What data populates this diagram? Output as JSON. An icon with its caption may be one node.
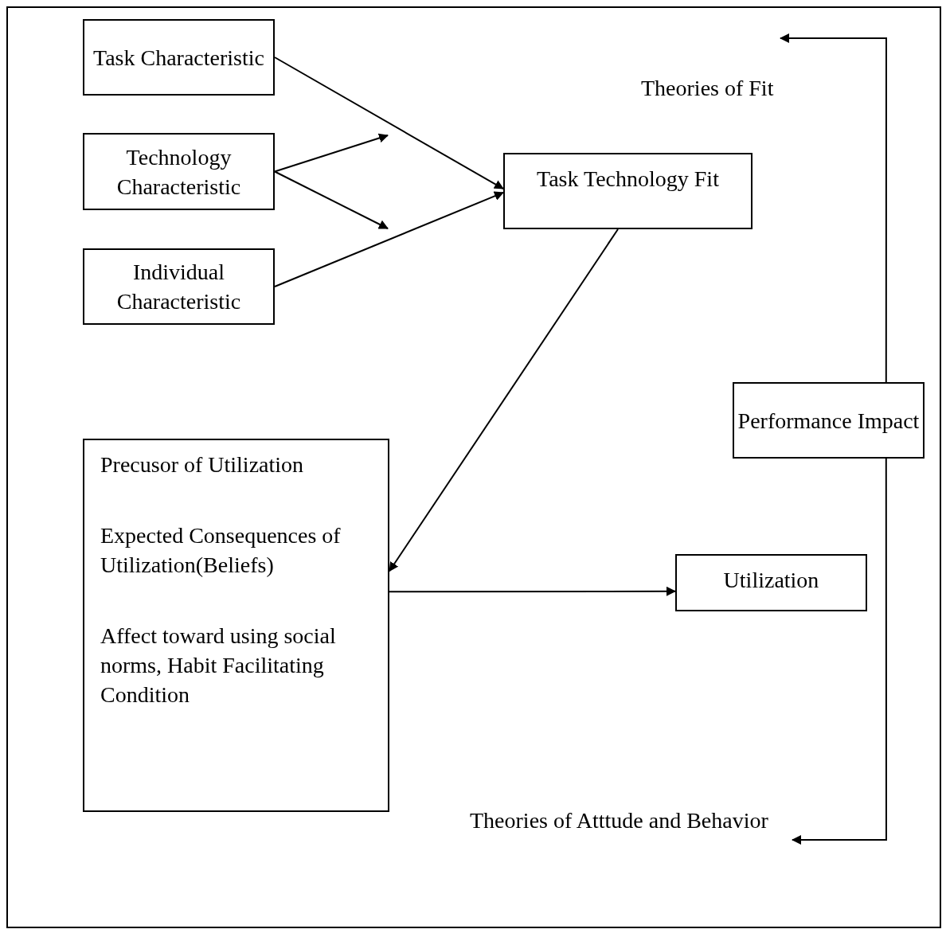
{
  "diagram": {
    "nodes": [
      {
        "text": [
          "Task Characteristic"
        ]
      },
      {
        "text": [
          "Technology Characteristic"
        ]
      },
      {
        "text": [
          "Individual Characteristic"
        ]
      },
      {
        "text": [
          "Task Technology Fit"
        ]
      },
      {
        "text": [
          "Precusor of Utilization",
          "Expected Consequences of Utilization(Beliefs)",
          "Affect toward using social norms, Habit Facilitating Condition"
        ]
      },
      {
        "text": [
          "Utilization"
        ]
      },
      {
        "text": [
          "Performance Impact"
        ]
      }
    ],
    "edges": [
      {
        "from": 0,
        "to": 3,
        "arrow": "to"
      },
      {
        "from": 1,
        "to": null,
        "arrow": "to"
      },
      {
        "from": 1,
        "to": null,
        "arrow": "to"
      },
      {
        "from": 2,
        "to": 3,
        "arrow": "to"
      },
      {
        "from": 3,
        "to": 4,
        "arrow": "to"
      },
      {
        "from": 4,
        "to": 5,
        "arrow": "to"
      },
      {
        "from": 6,
        "to": null,
        "arrow": "to"
      },
      {
        "from": 6,
        "to": null,
        "arrow": "to"
      }
    ],
    "labels": [
      "Theories of Fit",
      "Theories of Atttude and Behavior"
    ]
  }
}
